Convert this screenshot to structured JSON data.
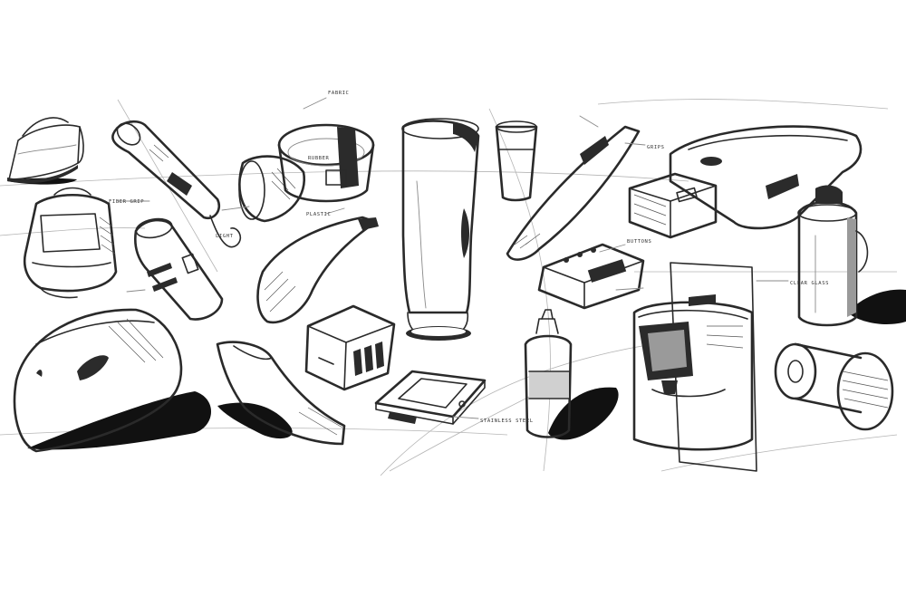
{
  "image": {
    "style": "hand-drawn industrial design product sketches, black ink on white",
    "background": "#ffffff",
    "ink": "#2a2a2a",
    "shadow": "#111111"
  },
  "annotations": {
    "fiber_grip": "FIBER GRIP",
    "plastic": "PLASTIC",
    "light": "LIGHT",
    "rubber": "RUBBER",
    "fabric": "FABRIC",
    "grips": "GRIPS",
    "buttons": "BUTTONS",
    "clear_glass": "CLEAR GLASS",
    "stainless_steel": "STAINLESS STEEL"
  }
}
